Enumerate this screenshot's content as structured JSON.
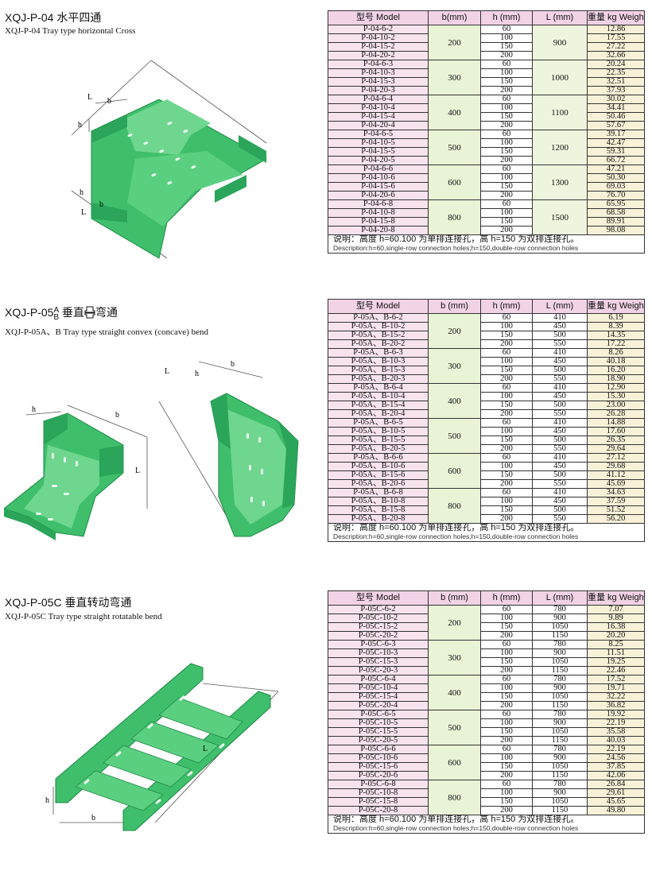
{
  "sections": [
    {
      "title": "XQJ-P-04 水平四通",
      "subtitle": "XQJ-P-04 Tray type horizontal Cross",
      "headers": [
        "型号 Model",
        "b(mm)",
        "h (mm)",
        "L (mm)",
        "重量 kg Weight"
      ],
      "groups": [
        {
          "b": "200",
          "L": "900",
          "rows": [
            [
              "P-04-6-2",
              "60",
              "12.86"
            ],
            [
              "P-04-10-2",
              "100",
              "17.55"
            ],
            [
              "P-04-15-2",
              "150",
              "27.22"
            ],
            [
              "P-04-20-2",
              "200",
              "32.66"
            ]
          ]
        },
        {
          "b": "300",
          "L": "1000",
          "rows": [
            [
              "P-04-6-3",
              "60",
              "20.24"
            ],
            [
              "P-04-10-3",
              "100",
              "22.35"
            ],
            [
              "P-04-15-3",
              "150",
              "32.51"
            ],
            [
              "P-04-20-3",
              "200",
              "37.93"
            ]
          ]
        },
        {
          "b": "400",
          "L": "1100",
          "rows": [
            [
              "P-04-6-4",
              "60",
              "30.02"
            ],
            [
              "P-04-10-4",
              "100",
              "34.41"
            ],
            [
              "P-04-15-4",
              "150",
              "50.46"
            ],
            [
              "P-04-20-4",
              "200",
              "57.67"
            ]
          ]
        },
        {
          "b": "500",
          "L": "1200",
          "rows": [
            [
              "P-04-6-5",
              "60",
              "39.17"
            ],
            [
              "P-04-10-5",
              "100",
              "42.47"
            ],
            [
              "P-04-15-5",
              "150",
              "59.31"
            ],
            [
              "P-04-20-5",
              "200",
              "66.72"
            ]
          ]
        },
        {
          "b": "600",
          "L": "1300",
          "rows": [
            [
              "P-04-6-6",
              "60",
              "47.21"
            ],
            [
              "P-04-10-6",
              "100",
              "50.30"
            ],
            [
              "P-04-15-6",
              "150",
              "69.03"
            ],
            [
              "P-04-20-6",
              "200",
              "76.70"
            ]
          ]
        },
        {
          "b": "800",
          "L": "1500",
          "rows": [
            [
              "P-04-6-8",
              "60",
              "65.95"
            ],
            [
              "P-04-10-8",
              "100",
              "68.58"
            ],
            [
              "P-04-15-8",
              "150",
              "89.91"
            ],
            [
              "P-04-20-8",
              "200",
              "98.08"
            ]
          ]
        }
      ],
      "note_cn": "说明：高度 h=60.100 为单排连接孔，高 h=150 为双排连接孔。",
      "note_en": "Description:h=60,single-row connection holes;h=150,double-row connection holes",
      "dims": {
        "L": "L",
        "b": "b",
        "h": "h"
      }
    },
    {
      "title_main": "XQJ-P-05",
      "title_a": "A",
      "title_b": "B",
      "title_rest": "垂直",
      "title_end": "弯通",
      "subtitle": "XQJ-P-05A、B Tray type straight convex (concave) bend",
      "headers": [
        "型号 Model",
        "b (mm)",
        "h (mm)",
        "L (mm)",
        "重量 kg Weight"
      ],
      "groups": [
        {
          "b": "200",
          "rows": [
            [
              "P-05A、B-6-2",
              "60",
              "410",
              "6.19"
            ],
            [
              "P-05A、B-10-2",
              "100",
              "450",
              "8.39"
            ],
            [
              "P-05A、B-15-2",
              "150",
              "500",
              "14.35"
            ],
            [
              "P-05A、B-20-2",
              "200",
              "550",
              "17.22"
            ]
          ]
        },
        {
          "b": "300",
          "rows": [
            [
              "P-05A、B-6-3",
              "60",
              "410",
              "8.26"
            ],
            [
              "P-05A、B-10-3",
              "100",
              "450",
              "40.18"
            ],
            [
              "P-05A、B-15-3",
              "150",
              "500",
              "16.20"
            ],
            [
              "P-05A、B-20-3",
              "200",
              "550",
              "18.90"
            ]
          ]
        },
        {
          "b": "400",
          "rows": [
            [
              "P-05A、B-6-4",
              "60",
              "410",
              "12.90"
            ],
            [
              "P-05A、B-10-4",
              "100",
              "450",
              "15.30"
            ],
            [
              "P-05A、B-15-4",
              "150",
              "500",
              "23.00"
            ],
            [
              "P-05A、B-20-4",
              "200",
              "550",
              "26.28"
            ]
          ]
        },
        {
          "b": "500",
          "rows": [
            [
              "P-05A、B-6-5",
              "60",
              "410",
              "14.88"
            ],
            [
              "P-05A、B-10-5",
              "100",
              "450",
              "17.60"
            ],
            [
              "P-05A、B-15-5",
              "150",
              "500",
              "26.35"
            ],
            [
              "P-05A、B-20-5",
              "200",
              "550",
              "29.64"
            ]
          ]
        },
        {
          "b": "600",
          "rows": [
            [
              "P-05A、B-6-6",
              "60",
              "410",
              "27.12"
            ],
            [
              "P-05A、B-10-6",
              "100",
              "450",
              "29.68"
            ],
            [
              "P-05A、B-15-6",
              "150",
              "500",
              "41.12"
            ],
            [
              "P-05A、B-20-6",
              "200",
              "550",
              "45.69"
            ]
          ]
        },
        {
          "b": "800",
          "rows": [
            [
              "P-05A、B-6-8",
              "60",
              "410",
              "34.63"
            ],
            [
              "P-05A、B-10-8",
              "100",
              "450",
              "37.59"
            ],
            [
              "P-05A、B-15-8",
              "150",
              "500",
              "51.52"
            ],
            [
              "P-05A、B-20-8",
              "200",
              "550",
              "56.20"
            ]
          ]
        }
      ],
      "note_cn": "说明：高度 h=60.100 为单排连接孔，高 h=150 为双排连接孔。",
      "note_en": "Description:h=60,single-row connection holes;h=150,double-row connection holes",
      "dims": {
        "L": "L",
        "b": "b",
        "h": "h"
      }
    },
    {
      "title": "XQJ-P-05C 垂直转动弯通",
      "subtitle": "XQJ-P-05C Tray type straight rotatable bend",
      "headers": [
        "型号 Model",
        "b (mm)",
        "h (mm)",
        "L (mm)",
        "重量 kg Weight"
      ],
      "groups": [
        {
          "b": "200",
          "rows": [
            [
              "P-05C-6-2",
              "60",
              "780",
              "7.07"
            ],
            [
              "P-05C-10-2",
              "100",
              "900",
              "9.89"
            ],
            [
              "P-05C-15-2",
              "150",
              "1050",
              "16.38"
            ],
            [
              "P-05C-20-2",
              "200",
              "1150",
              "20.20"
            ]
          ]
        },
        {
          "b": "300",
          "rows": [
            [
              "P-05C-6-3",
              "60",
              "780",
              "8.25"
            ],
            [
              "P-05C-10-3",
              "100",
              "900",
              "11.51"
            ],
            [
              "P-05C-15-3",
              "150",
              "1050",
              "19.25"
            ],
            [
              "P-05C-20-3",
              "200",
              "1150",
              "22.46"
            ]
          ]
        },
        {
          "b": "400",
          "rows": [
            [
              "P-05C-6-4",
              "60",
              "780",
              "17.52"
            ],
            [
              "P-05C-10-4",
              "100",
              "900",
              "19.71"
            ],
            [
              "P-05C-15-4",
              "150",
              "1050",
              "32.22"
            ],
            [
              "P-05C-20-4",
              "200",
              "1150",
              "36.82"
            ]
          ]
        },
        {
          "b": "500",
          "rows": [
            [
              "P-05C-6-5",
              "60",
              "780",
              "19.92"
            ],
            [
              "P-05C-10-5",
              "100",
              "900",
              "22.19"
            ],
            [
              "P-05C-15-5",
              "150",
              "1050",
              "35.58"
            ],
            [
              "P-05C-20-5",
              "200",
              "1150",
              "40.03"
            ]
          ]
        },
        {
          "b": "600",
          "rows": [
            [
              "P-05C-6-6",
              "60",
              "780",
              "22.19"
            ],
            [
              "P-05C-10-6",
              "100",
              "900",
              "24.56"
            ],
            [
              "P-05C-15-6",
              "150",
              "1050",
              "37.85"
            ],
            [
              "P-05C-20-6",
              "200",
              "1150",
              "42.06"
            ]
          ]
        },
        {
          "b": "800",
          "rows": [
            [
              "P-05C-6-8",
              "60",
              "780",
              "26.84"
            ],
            [
              "P-05C-10-8",
              "100",
              "900",
              "29.61"
            ],
            [
              "P-05C-15-8",
              "150",
              "1050",
              "45.65"
            ],
            [
              "P-05C-20-8",
              "200",
              "1150",
              "49.80"
            ]
          ]
        }
      ],
      "note_cn": "说明：高度 h=60.100 为单排连接孔，高 h=150 为双排连接孔。",
      "note_en": "Description:h=60,single-row connection holes;h=150,double-row connection holes",
      "dims": {
        "L": "L",
        "b": "b",
        "h": "h"
      }
    }
  ],
  "colors": {
    "tray_green": "#3fbf6b",
    "tray_dark": "#1f8a47",
    "tray_light": "#9be0b0",
    "header_pink": "#f2d3e6",
    "cell_green": "#e9f3d6"
  }
}
